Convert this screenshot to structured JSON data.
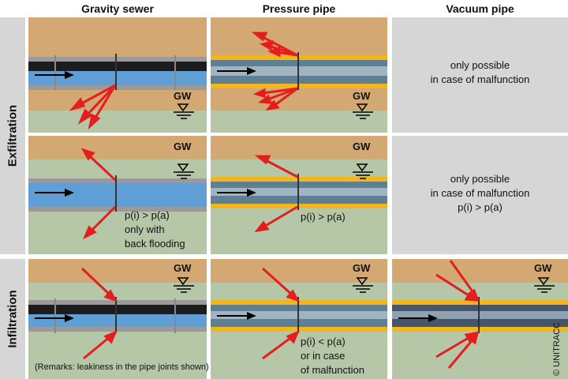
{
  "headers": {
    "gravity": "Gravity sewer",
    "pressure": "Pressure pipe",
    "vacuum": "Vacuum pipe"
  },
  "rows": {
    "exfiltration": "Exfiltration",
    "infiltration": "Infiltration"
  },
  "gw_label": "GW",
  "notes": {
    "r1_vacuum": [
      "only possible",
      "in case of malfunction"
    ],
    "r2_gravity": [
      "p(i) > p(a)",
      "only with",
      "back flooding"
    ],
    "r2_pressure": "p(i) > p(a)",
    "r2_vacuum": [
      "only possible",
      "in case of malfunction",
      "p(i) > p(a)"
    ],
    "r3_pressure": [
      "p(i) < p(a)",
      "or in case",
      "of malfunction"
    ]
  },
  "remark": "(Remarks: leakiness in the pipe joints shown)",
  "copyright": "© UNITRACC",
  "colors": {
    "soil": "#d4a872",
    "groundwater": "#b6c7a7",
    "panel_gray": "#d6d6d6",
    "arrow": "#e41e1e",
    "pipe_wall_pressure": "#f2b51c",
    "water": "#5f9fd6"
  }
}
